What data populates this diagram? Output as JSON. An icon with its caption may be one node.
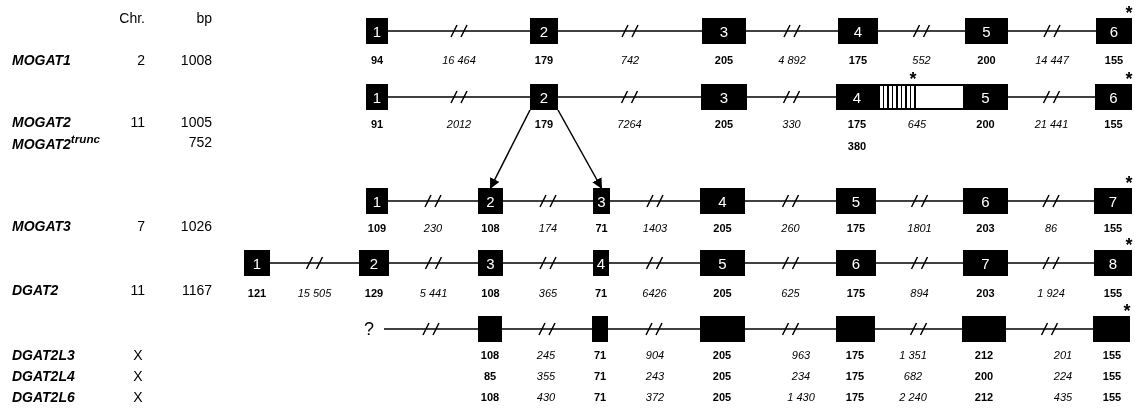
{
  "diagram": {
    "nodes": [
      {
        "text": [
          "1"
        ],
        "beside": [
          "94"
        ]
      },
      {
        "text": [
          "2"
        ],
        "beside": [
          "179"
        ]
      },
      {
        "text": [
          "3"
        ],
        "beside": [
          "205"
        ]
      },
      {
        "text": [
          "4"
        ],
        "beside": [
          "175"
        ]
      },
      {
        "text": [
          "5"
        ],
        "beside": [
          "200"
        ]
      },
      {
        "text": [
          "6"
        ],
        "beside": [
          "155",
          "*"
        ]
      },
      {
        "text": [
          "1"
        ],
        "beside": [
          "91"
        ]
      },
      {
        "text": [
          "2"
        ],
        "beside": [
          "179"
        ]
      },
      {
        "text": [
          "3"
        ],
        "beside": [
          "205"
        ]
      },
      {
        "text": [
          "4"
        ],
        "beside": [
          "175",
          "380"
        ]
      },
      {
        "text": [],
        "shape": "box",
        "beside": [
          "*"
        ]
      },
      {
        "text": [],
        "shape": "box",
        "beside": [
          "645"
        ]
      },
      {
        "text": [
          "5"
        ],
        "beside": [
          "200"
        ]
      },
      {
        "text": [
          "6"
        ],
        "beside": [
          "155",
          "*"
        ]
      },
      {
        "text": [
          "1"
        ],
        "beside": [
          "109"
        ]
      },
      {
        "text": [
          "2"
        ],
        "beside": [
          "108"
        ]
      },
      {
        "text": [
          "3"
        ],
        "beside": [
          "71"
        ]
      },
      {
        "text": [
          "4"
        ],
        "beside": [
          "205"
        ]
      },
      {
        "text": [
          "5"
        ],
        "beside": [
          "175"
        ]
      },
      {
        "text": [
          "6"
        ],
        "beside": [
          "203"
        ]
      },
      {
        "text": [
          "7"
        ],
        "beside": [
          "155",
          "*"
        ]
      },
      {
        "text": [
          "1"
        ],
        "beside": [
          "121"
        ]
      },
      {
        "text": [
          "2"
        ],
        "beside": [
          "129"
        ]
      },
      {
        "text": [
          "3"
        ],
        "beside": [
          "108"
        ]
      },
      {
        "text": [
          "4"
        ],
        "beside": [
          "71"
        ]
      },
      {
        "text": [
          "5"
        ],
        "beside": [
          "205"
        ]
      },
      {
        "text": [
          "6"
        ],
        "beside": [
          "175"
        ]
      },
      {
        "text": [
          "7"
        ],
        "beside": [
          "203"
        ]
      },
      {
        "text": [
          "8"
        ],
        "beside": [
          "155",
          "*"
        ]
      },
      {
        "text": [
          "?"
        ]
      },
      {
        "text": [],
        "shape": "box"
      },
      {
        "text": [],
        "shape": "box"
      },
      {
        "text": [],
        "shape": "box"
      },
      {
        "text": [],
        "shape": "box"
      },
      {
        "text": [],
        "shape": "box"
      },
      {
        "text": [],
        "shape": "box",
        "beside": [
          "*"
        ]
      }
    ],
    "edges": [
      {
        "from": 0,
        "to": 1,
        "arrow": "none",
        "label": "16 464"
      },
      {
        "from": 1,
        "to": 2,
        "arrow": "none",
        "label": "742"
      },
      {
        "from": 2,
        "to": 3,
        "arrow": "none",
        "label": "4 892"
      },
      {
        "from": 3,
        "to": 4,
        "arrow": "none",
        "label": "552"
      },
      {
        "from": 4,
        "to": 5,
        "arrow": "none",
        "label": "14 447"
      },
      {
        "from": 6,
        "to": 7,
        "arrow": "none",
        "label": "2012"
      },
      {
        "from": 7,
        "to": 8,
        "arrow": "none",
        "label": "7264"
      },
      {
        "from": 8,
        "to": 9,
        "arrow": "none",
        "label": "330"
      },
      {
        "from": 12,
        "to": 13,
        "arrow": "none",
        "label": "21 441"
      },
      {
        "from": 7,
        "to": 15,
        "arrow": "to"
      },
      {
        "from": 7,
        "to": 16,
        "arrow": "to"
      },
      {
        "from": 14,
        "to": 15,
        "arrow": "none",
        "label": "230"
      },
      {
        "from": 15,
        "to": 16,
        "arrow": "none",
        "label": "174"
      },
      {
        "from": 16,
        "to": 17,
        "arrow": "none",
        "label": "1403"
      },
      {
        "from": 17,
        "to": 18,
        "arrow": "none",
        "label": "260"
      },
      {
        "from": 18,
        "to": 19,
        "arrow": "none",
        "label": "1801"
      },
      {
        "from": 19,
        "to": 20,
        "arrow": "none",
        "label": "86"
      },
      {
        "from": 21,
        "to": 22,
        "arrow": "none",
        "label": "15 505"
      },
      {
        "from": 22,
        "to": 23,
        "arrow": "none",
        "label": "5 441"
      },
      {
        "from": 23,
        "to": 24,
        "arrow": "none",
        "label": "365"
      },
      {
        "from": 24,
        "to": 25,
        "arrow": "none",
        "label": "6426"
      },
      {
        "from": 25,
        "to": 26,
        "arrow": "none",
        "label": "625"
      },
      {
        "from": 26,
        "to": 27,
        "arrow": "none",
        "label": "894"
      },
      {
        "from": 27,
        "to": 28,
        "arrow": "none",
        "label": "1 924"
      },
      {
        "from": 29,
        "to": 30,
        "arrow": "none"
      },
      {
        "from": 30,
        "to": 31,
        "arrow": "none"
      },
      {
        "from": 31,
        "to": 32,
        "arrow": "none"
      },
      {
        "from": 32,
        "to": 33,
        "arrow": "none"
      },
      {
        "from": 33,
        "to": 34,
        "arrow": "none"
      },
      {
        "from": 34,
        "to": 35,
        "arrow": "none"
      }
    ],
    "labels": [
      "Chr.",
      "bp",
      "MOGAT1",
      "2",
      "1008",
      "MOGAT2",
      "11",
      "1005",
      "MOGAT2$^{trunc}$",
      "752",
      "MOGAT3",
      "7",
      "1026",
      "DGAT2",
      "11",
      "1167",
      "DGAT2L3",
      "X",
      "108",
      "245",
      "71",
      "904",
      "205",
      "963",
      "175",
      "1 351",
      "212",
      "201",
      "155",
      "DGAT2L4",
      "X",
      "85",
      "355",
      "71",
      "243",
      "205",
      "234",
      "175",
      "682",
      "200",
      "224",
      "155",
      "DGAT2L6",
      "X",
      "108",
      "430",
      "71",
      "372",
      "205",
      "1 430",
      "175",
      "2 240",
      "212",
      "435",
      "155"
    ]
  }
}
